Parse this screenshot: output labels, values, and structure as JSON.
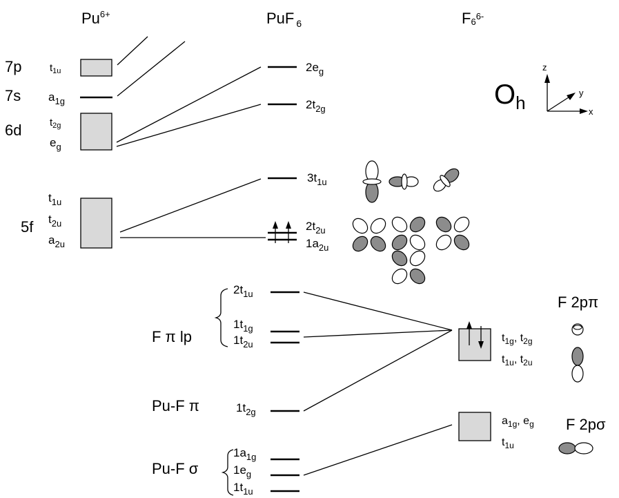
{
  "headers": {
    "ion": "Pu",
    "ion_charge": "6+",
    "molecule": "PuF",
    "molecule_sub": "6",
    "ligand": "F",
    "ligand_sub": "6",
    "ligand_charge": "6-"
  },
  "symmetry": {
    "label": "O",
    "sub": "h"
  },
  "axes": {
    "z": "z",
    "y": "y",
    "x": "x"
  },
  "pu_shells": {
    "p7": "7p",
    "s7": "7s",
    "d6": "6d",
    "f5": "5f"
  },
  "pu_irreps": {
    "t1u_7p": {
      "base": "t",
      "sub": "1u"
    },
    "a1g_7s": {
      "base": "a",
      "sub": "1g"
    },
    "t2g_6d": {
      "base": "t",
      "sub": "2g"
    },
    "eg_6d": {
      "base": "e",
      "sub": "g"
    },
    "t1u_5f": {
      "base": "t",
      "sub": "1u"
    },
    "t2u_5f": {
      "base": "t",
      "sub": "2u"
    },
    "a2u_5f": {
      "base": "a",
      "sub": "2u"
    }
  },
  "mo_levels": {
    "e2g": {
      "base": "2e",
      "sub": "g"
    },
    "t2g2": {
      "base": "2t",
      "sub": "2g"
    },
    "t1u3": {
      "base": "3t",
      "sub": "1u"
    },
    "t2u2": {
      "base": "2t",
      "sub": "2u"
    },
    "a2u1": {
      "base": "1a",
      "sub": "2u"
    },
    "t1u2": {
      "base": "2t",
      "sub": "1u"
    },
    "t1g1": {
      "base": "1t",
      "sub": "1g"
    },
    "t2u1": {
      "base": "1t",
      "sub": "2u"
    },
    "t2g1": {
      "base": "1t",
      "sub": "2g"
    },
    "a1g1": {
      "base": "1a",
      "sub": "1g"
    },
    "eg1": {
      "base": "1e",
      "sub": "g"
    },
    "t1u1": {
      "base": "1t",
      "sub": "1u"
    }
  },
  "groups": {
    "f_pi_lp": "F π lp",
    "pu_f_pi": "Pu-F π",
    "pu_f_sigma": "Pu-F σ"
  },
  "f_levels": {
    "t1g_a": {
      "base": "t",
      "sub": "1g"
    },
    "t2g_a": {
      "base": "t",
      "sub": "2g"
    },
    "t1u_b": {
      "base": "t",
      "sub": "1u"
    },
    "t2u_b": {
      "base": "t",
      "sub": "2u"
    },
    "a1g_c": {
      "base": "a",
      "sub": "1g"
    },
    "eg_c": {
      "base": "e",
      "sub": "g"
    },
    "t1u_c": {
      "base": "t",
      "sub": "1u"
    }
  },
  "f_orbital_labels": {
    "p_pi": "F 2pπ",
    "p_sigma": "F 2pσ"
  },
  "colors": {
    "box_fill": "#d9d9d9",
    "lobe_shaded": "#8c8c8c",
    "lobe_white": "#ffffff",
    "line": "#000000"
  }
}
